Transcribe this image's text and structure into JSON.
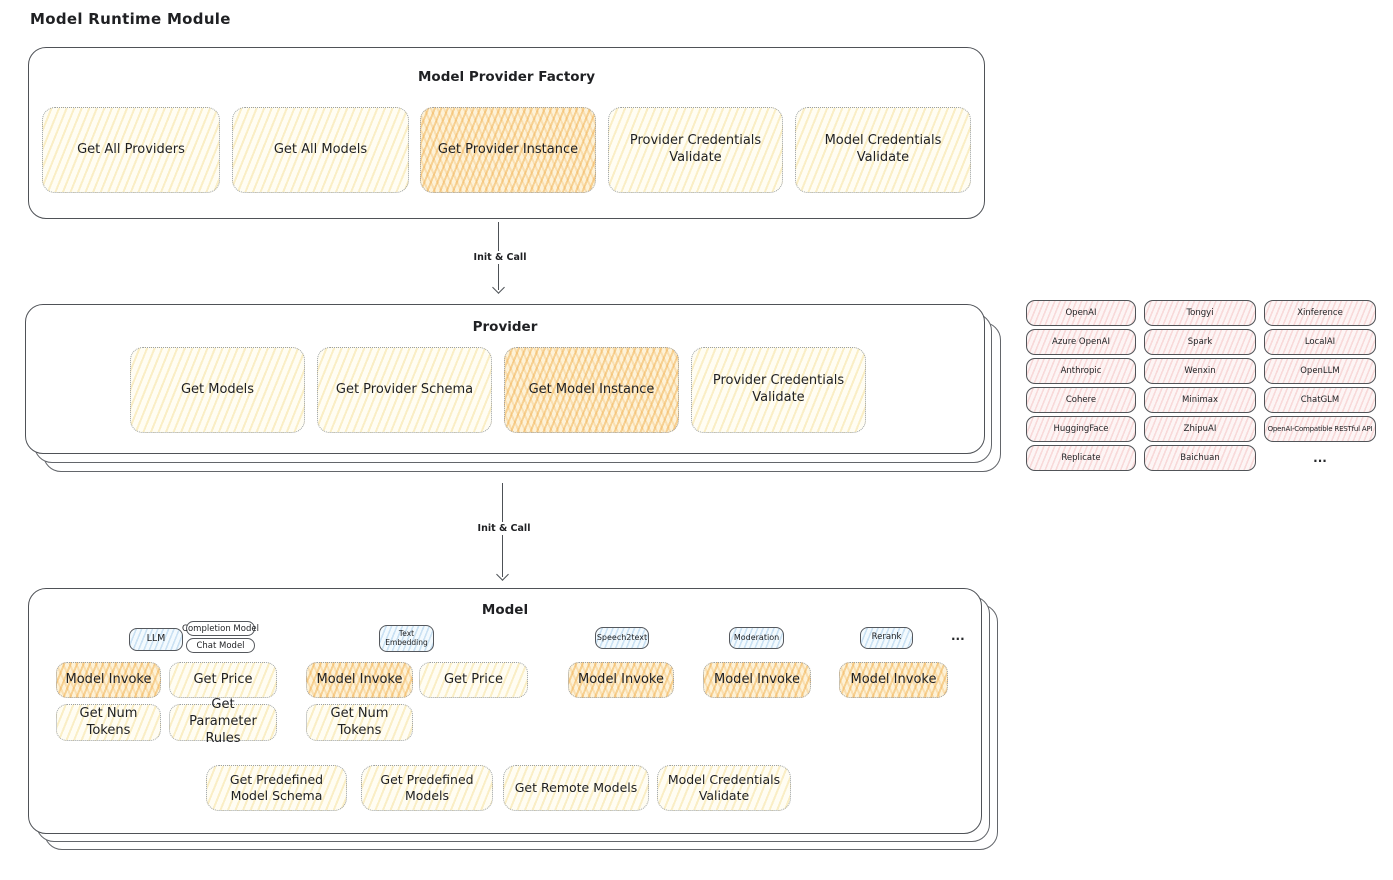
{
  "page_title": "Model Runtime Module",
  "factory": {
    "title": "Model Provider Factory",
    "buttons": [
      {
        "label": "Get All Providers",
        "highlight": false
      },
      {
        "label": "Get All Models",
        "highlight": false
      },
      {
        "label": "Get Provider Instance",
        "highlight": true
      },
      {
        "label": "Provider Credentials Validate",
        "highlight": false
      },
      {
        "label": "Model Credentials Validate",
        "highlight": false
      }
    ]
  },
  "arrows": {
    "factory_to_provider": "Init & Call",
    "provider_to_model": "Init & Call"
  },
  "provider": {
    "title": "Provider",
    "buttons": [
      {
        "label": "Get Models",
        "highlight": false
      },
      {
        "label": "Get Provider Schema",
        "highlight": false
      },
      {
        "label": "Get Model Instance",
        "highlight": true
      },
      {
        "label": "Provider Credentials Validate",
        "highlight": false
      }
    ]
  },
  "model": {
    "title": "Model",
    "tabs": {
      "llm": "LLM",
      "completion": "Completion Model",
      "chat": "Chat Model",
      "text_embedding": "Text Embedding",
      "speech2text": "Speech2text",
      "moderation": "Moderation",
      "rerank": "Rerank",
      "ellipsis": "..."
    },
    "row1": [
      "Model Invoke",
      "Get Price",
      "Model Invoke",
      "Get Price",
      "Model Invoke",
      "Model Invoke",
      "Model Invoke"
    ],
    "row2": [
      "Get Num Tokens",
      "Get Parameter Rules",
      "Get Num Tokens"
    ],
    "row3": [
      "Get Predefined Model Schema",
      "Get Predefined Models",
      "Get Remote Models",
      "Model Credentials Validate"
    ]
  },
  "providers_grid": {
    "items": [
      "OpenAI",
      "Tongyi",
      "Xinference",
      "Azure OpenAI",
      "Spark",
      "LocalAI",
      "Anthropic",
      "Wenxin",
      "OpenLLM",
      "Cohere",
      "Minimax",
      "ChatGLM",
      "HuggingFace",
      "ZhipuAI",
      "OpenAI-Compatible RESTful API",
      "Replicate",
      "Baichuan"
    ],
    "ellipsis": "..."
  },
  "colors": {
    "yellow_fill": "#fdf6de",
    "orange_fill": "#f7dda6",
    "blue_fill": "#e2f0fb",
    "pink_fill": "#fbe9e9",
    "panel_border": "#4f5257",
    "dotted_border": "#9aa0a6",
    "arrow": "#4d5156",
    "text": "#1f2023"
  }
}
